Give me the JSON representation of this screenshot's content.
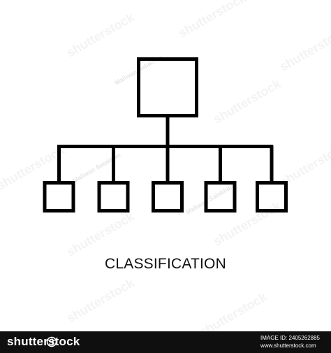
{
  "caption": "CLASSIFICATION",
  "footer": {
    "brand": "shutterstock",
    "image_id_line": "IMAGE ID: 2405262885",
    "site_line": "www.shutterstock.com"
  },
  "watermarks": {
    "brand": "shutterstock",
    "contributor": "Maliwan Salakhan"
  },
  "colors": {
    "stroke": "#000000",
    "footer_background": "#0f0f0f"
  },
  "icons": [
    "hierarchy-diagram-icon",
    "camera-aperture-logo"
  ]
}
